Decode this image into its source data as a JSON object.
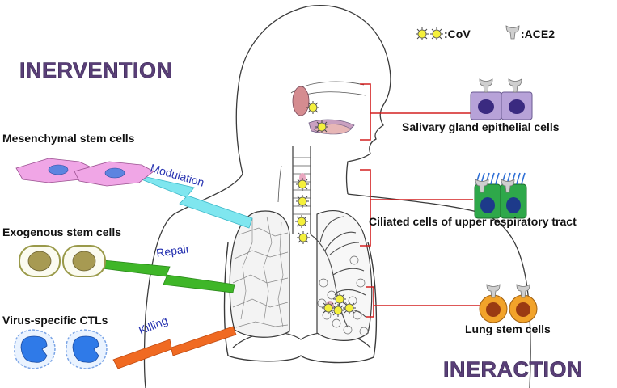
{
  "titles": {
    "intervention": "INERVENTION",
    "interaction": "INERACTION"
  },
  "legend": {
    "cov": ":CoV",
    "ace2": ":ACE2"
  },
  "left_labels": {
    "msc": "Mesenchymal stem cells",
    "exo": "Exogenous stem cells",
    "ctl": "Virus-specific CTLs"
  },
  "arrow_labels": {
    "modulation": "Modulation",
    "repair": "Repair",
    "killing": "Killing"
  },
  "right_labels": {
    "salivary": "Salivary gland epithelial cells",
    "ciliated": "Ciliated cells of upper respiratory tract",
    "lung": "Lung stem cells"
  },
  "colors": {
    "title": "#5a3f78",
    "bracket": "#d42020",
    "modulation_arrow": "#7fe6ef",
    "repair_arrow": "#3fb628",
    "killing_arrow": "#f06a22",
    "msc_cell": "#f0a6e6",
    "exo_cell": "#a79a52",
    "ctl_cell": "#2f7ae8",
    "salivary_cell": "#b7a2d8",
    "ciliated_cell": "#2ea84a",
    "lung_cell": "#f2a32a",
    "virus": "#f4f03c"
  }
}
